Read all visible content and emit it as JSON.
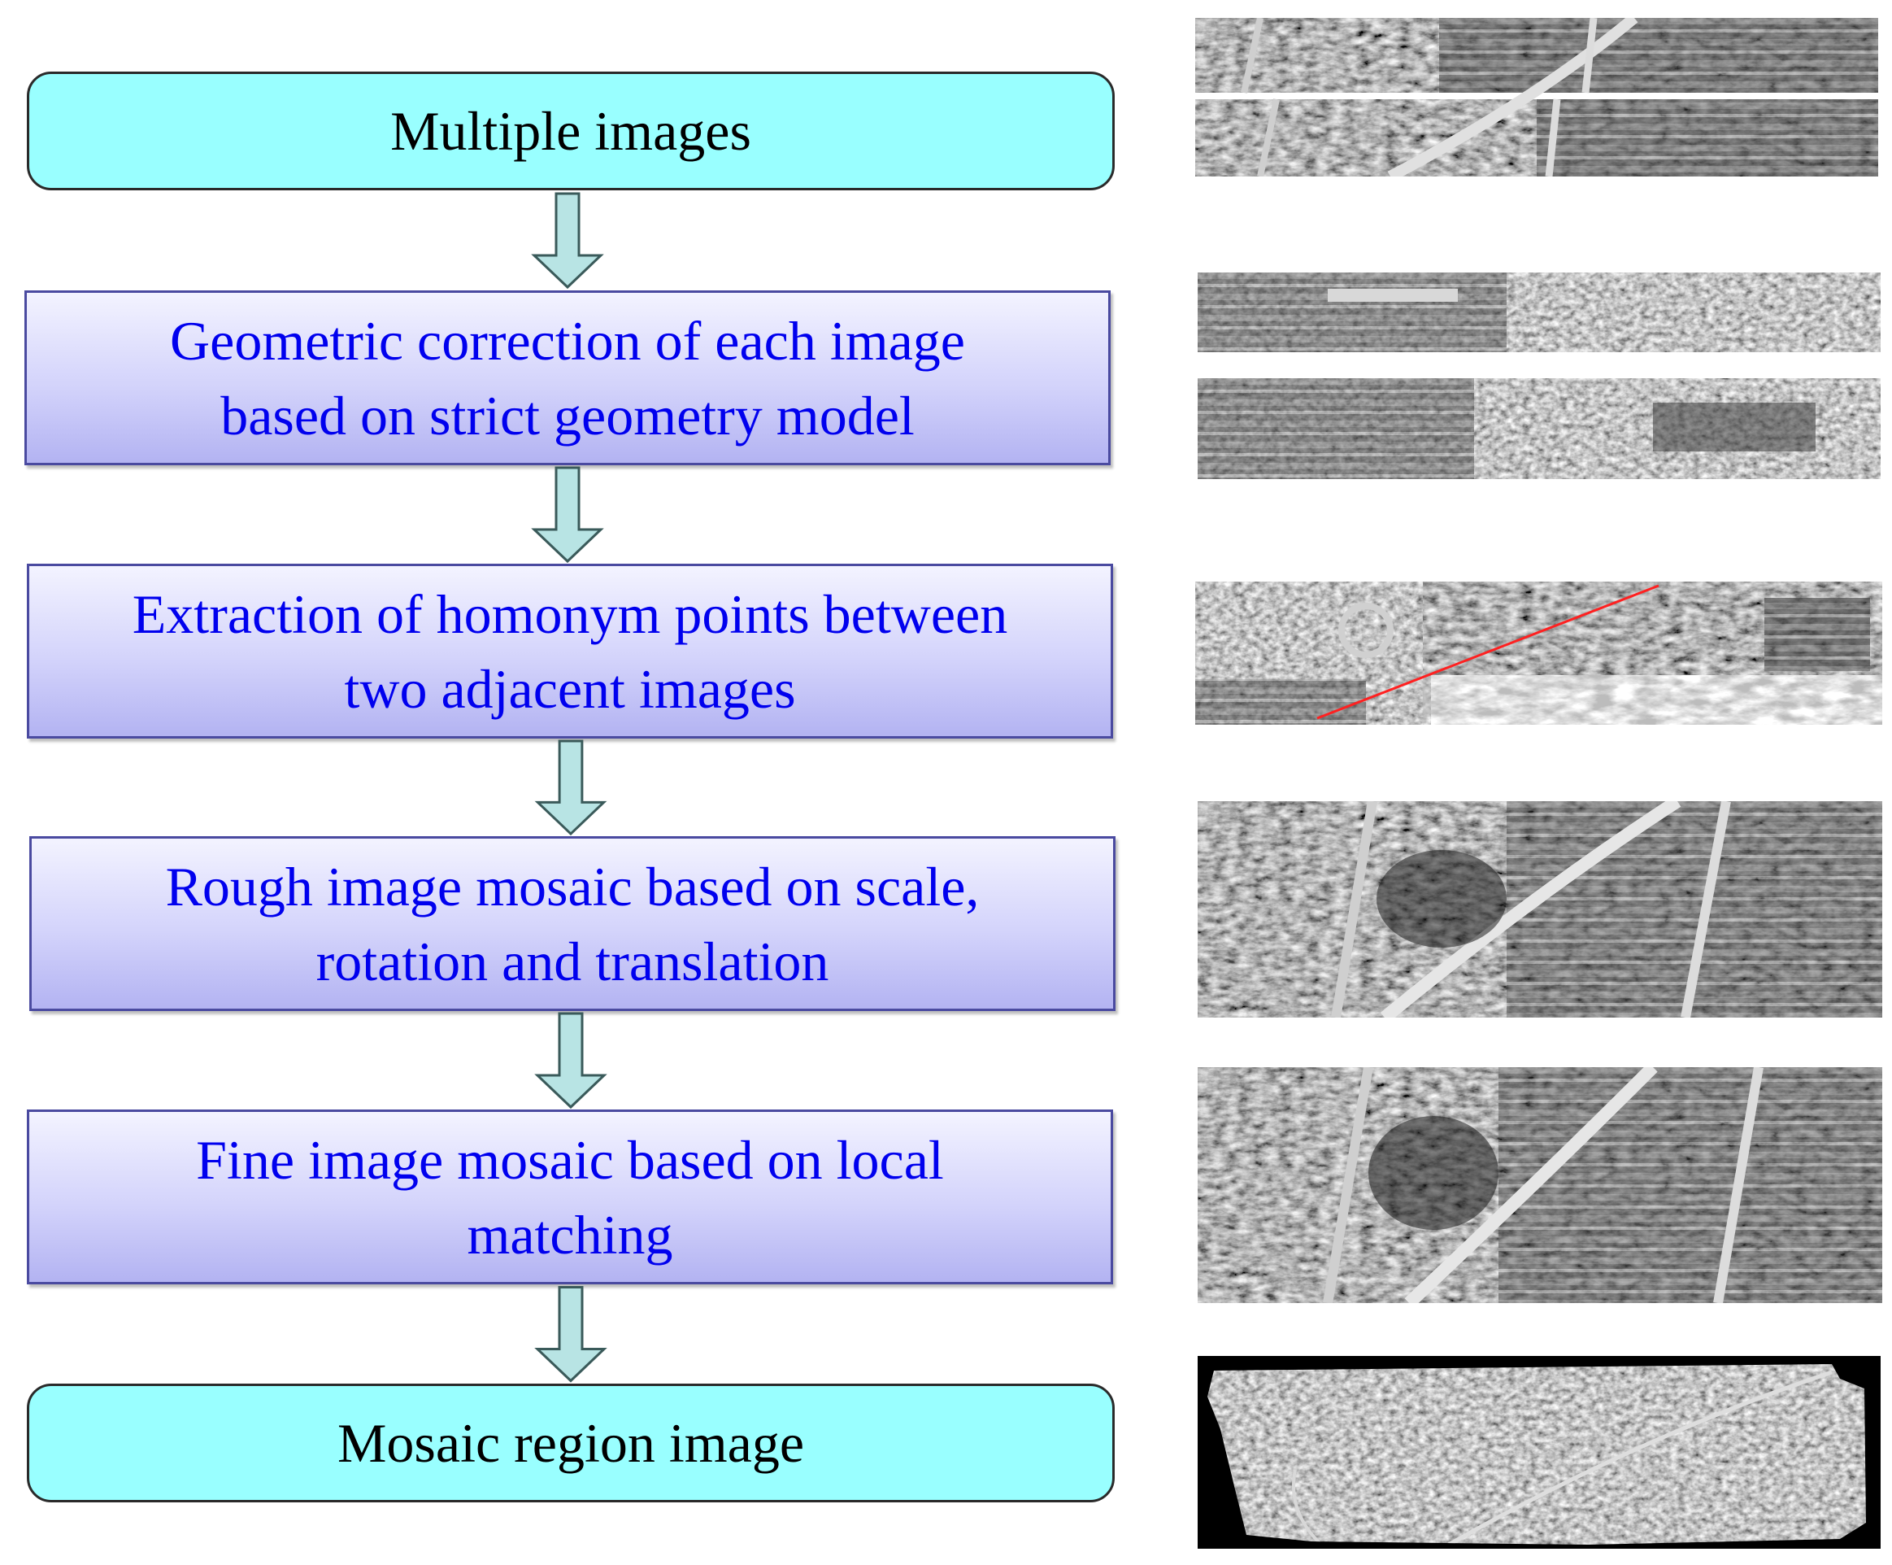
{
  "flowchart": {
    "steps": [
      {
        "id": "multiple-images",
        "kind": "terminal",
        "lines": [
          "Multiple images"
        ]
      },
      {
        "id": "geometric-correction",
        "kind": "process",
        "lines": [
          "Geometric correction of each image",
          "based on strict geometry model"
        ]
      },
      {
        "id": "homonym-extraction",
        "kind": "process",
        "lines": [
          "Extraction of homonym points between",
          "two adjacent images"
        ]
      },
      {
        "id": "rough-mosaic",
        "kind": "process",
        "lines": [
          "Rough image mosaic based on scale,",
          "rotation and translation"
        ]
      },
      {
        "id": "fine-mosaic",
        "kind": "process",
        "lines": [
          "Fine image mosaic based on local",
          "matching"
        ]
      },
      {
        "id": "mosaic-region",
        "kind": "terminal",
        "lines": [
          "Mosaic region image"
        ]
      }
    ],
    "colors": {
      "terminal_fill": "#99ffff",
      "process_fill": "#d3d3fb",
      "process_text": "#0000ee",
      "terminal_text": "#000000",
      "arrow_fill": "#b8e4e4",
      "match_line": "#ff2020"
    }
  },
  "thumbnails": [
    {
      "step": "multiple-images",
      "content": "two aerial image strips with diagonal road"
    },
    {
      "step": "geometric-correction",
      "content": "two corrected aerial image strips"
    },
    {
      "step": "homonym-extraction",
      "content": "adjacent aerial images with matching line"
    },
    {
      "step": "rough-mosaic",
      "content": "rough mosaic aerial image"
    },
    {
      "step": "fine-mosaic",
      "content": "fine mosaic aerial image"
    },
    {
      "step": "mosaic-region",
      "content": "full mosaic region aerial image"
    }
  ]
}
